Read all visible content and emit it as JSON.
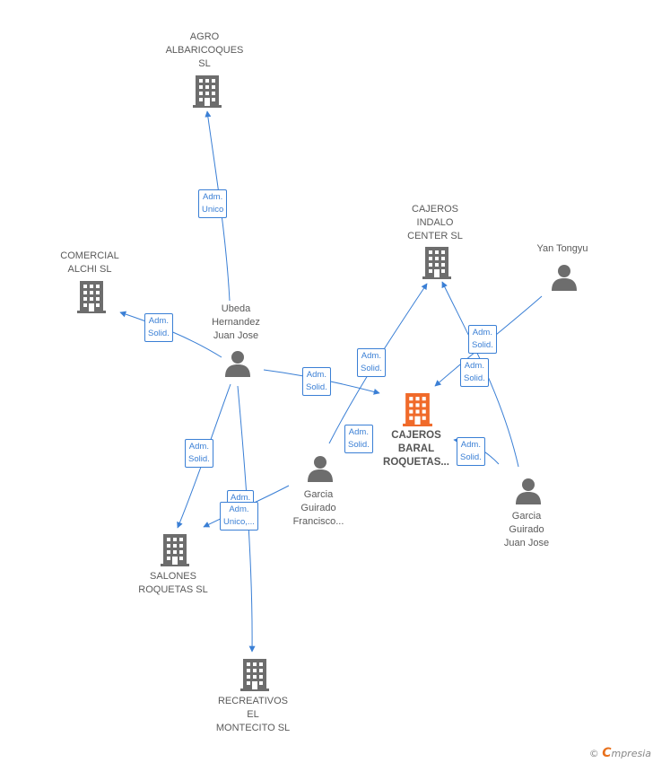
{
  "colors": {
    "edge": "#3a7fd5",
    "company": "#6d6d6d",
    "main_company": "#f06a2a",
    "person": "#6d6d6d"
  },
  "nodes": {
    "agro": {
      "label": [
        "AGRO",
        "ALBARICOQUES",
        "SL"
      ],
      "type": "company",
      "icon": "building-icon"
    },
    "comercial": {
      "label": [
        "COMERCIAL",
        "ALCHI SL"
      ],
      "type": "company",
      "icon": "building-icon"
    },
    "cajeros_indalo": {
      "label": [
        "CAJEROS",
        "INDALO",
        "CENTER  SL"
      ],
      "type": "company",
      "icon": "building-icon"
    },
    "cajeros_baral": {
      "label": [
        "CAJEROS",
        "BARAL",
        "ROQUETAS..."
      ],
      "type": "main-company",
      "icon": "building-icon"
    },
    "salones": {
      "label": [
        "SALONES",
        "ROQUETAS SL"
      ],
      "type": "company",
      "icon": "building-icon"
    },
    "recreativos": {
      "label": [
        "RECREATIVOS",
        "EL",
        "MONTECITO SL"
      ],
      "type": "company",
      "icon": "building-icon"
    },
    "ubeda": {
      "label": [
        "Ubeda",
        "Hernandez",
        "Juan Jose"
      ],
      "type": "person",
      "icon": "person-icon"
    },
    "yan": {
      "label": [
        "Yan Tongyu"
      ],
      "type": "person",
      "icon": "person-icon"
    },
    "garcia_francisco": {
      "label": [
        "Garcia",
        "Guirado",
        "Francisco..."
      ],
      "type": "person",
      "icon": "person-icon"
    },
    "garcia_juan": {
      "label": [
        "Garcia",
        "Guirado",
        "Juan Jose"
      ],
      "type": "person",
      "icon": "person-icon"
    }
  },
  "edge_labels": [
    {
      "id": "ubeda-agro",
      "lines": [
        "Adm.",
        "Unico"
      ]
    },
    {
      "id": "ubeda-comercial",
      "lines": [
        "Adm.",
        "Solid."
      ]
    },
    {
      "id": "ubeda-baral",
      "lines": [
        "Adm.",
        "Solid."
      ]
    },
    {
      "id": "ubeda-salones",
      "lines": [
        "Adm.",
        "Solid."
      ]
    },
    {
      "id": "ubeda-recreativos",
      "lines": [
        "Adm.",
        "Unico,..."
      ]
    },
    {
      "id": "francisco-indalo",
      "lines": [
        "Adm.",
        "Solid."
      ]
    },
    {
      "id": "francisco-baral",
      "lines": [
        "Adm.",
        "Solid."
      ]
    },
    {
      "id": "yan-baral",
      "lines": [
        "Adm.",
        "Solid."
      ]
    },
    {
      "id": "juan-indalo",
      "lines": [
        "Adm.",
        "Solid."
      ]
    },
    {
      "id": "juan-baral",
      "lines": [
        "Adm.",
        "Solid."
      ]
    },
    {
      "id": "francisco-salones",
      "lines": [
        "Adm.",
        "Solid."
      ]
    }
  ],
  "footer": {
    "copyright": "©",
    "brand_first": "C",
    "brand_rest": "mpresia"
  }
}
